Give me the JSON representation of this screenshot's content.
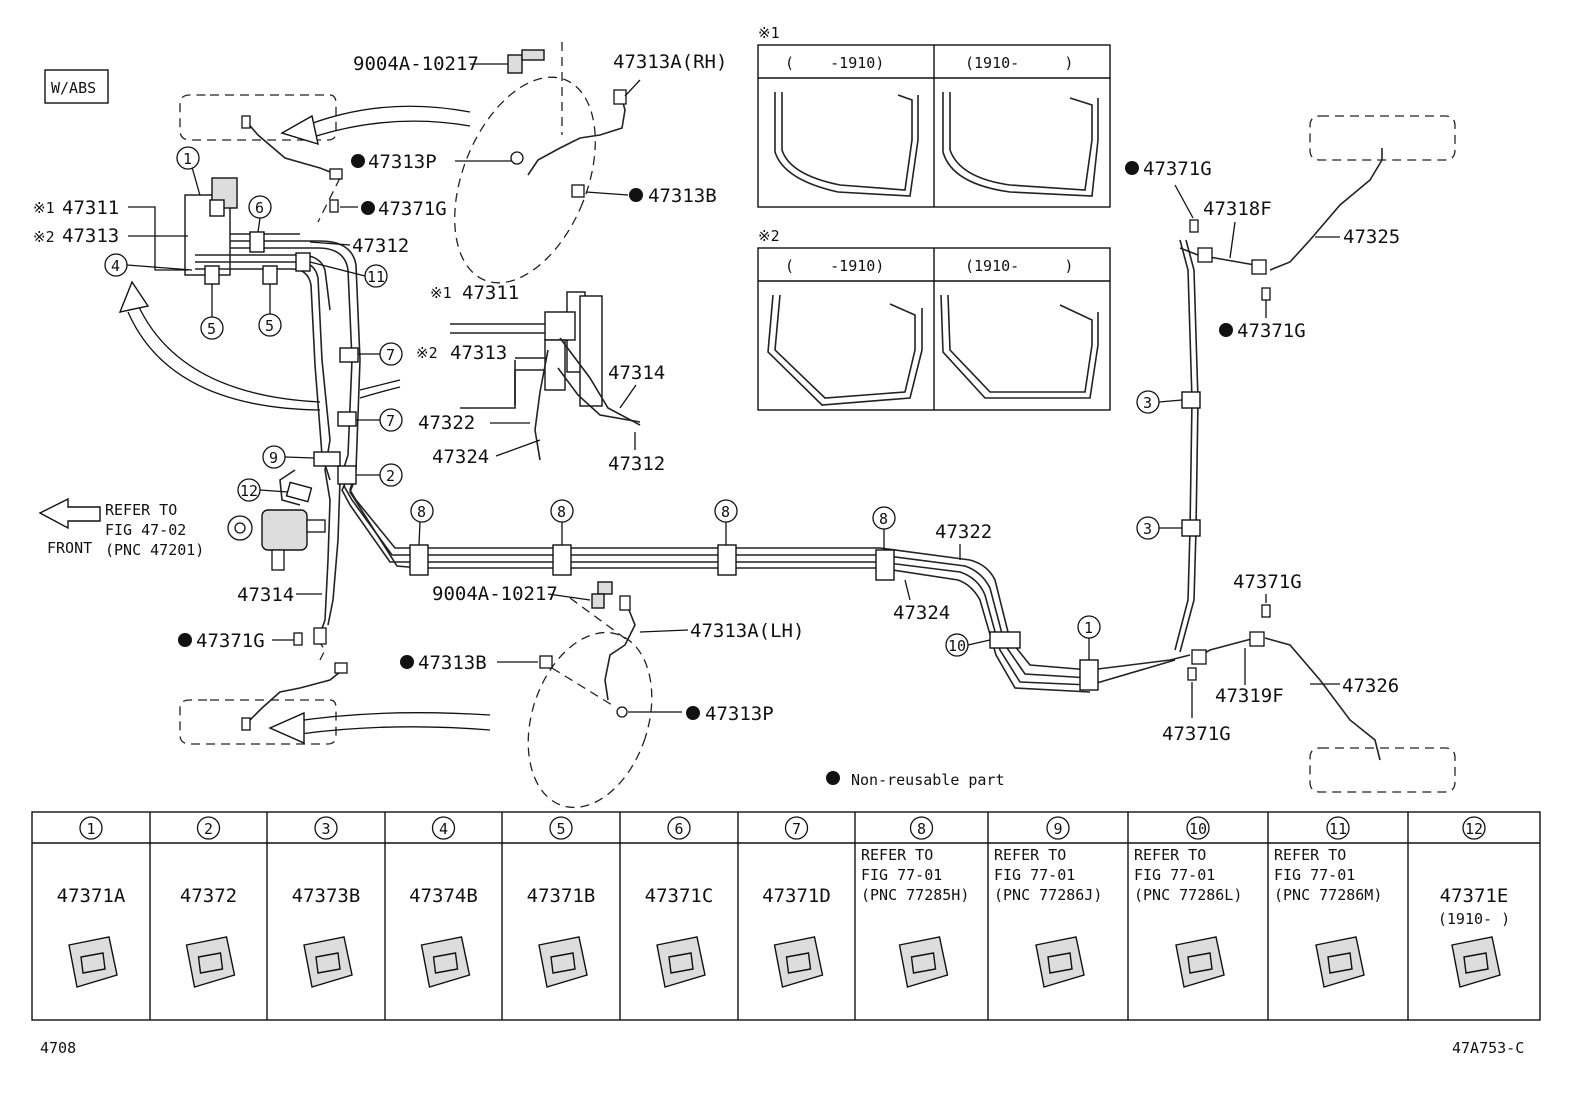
{
  "variant_badge": "W/ABS",
  "front": {
    "refer": "REFER TO",
    "fig": "FIG 47-02",
    "pnc": "(PNC 47201)",
    "label": "FRONT"
  },
  "labels": {
    "bolt_rh": "9004A-10217",
    "hose_rh": "47313A(RH)",
    "clip_p_rh": "47313P",
    "clip_g_top": "47371G",
    "bolt_b_rh": "47313B",
    "tube_47311": "47311",
    "tube_47313": "47313",
    "tube_47312": "47312",
    "mark_x1": "※1",
    "mark_x2": "※2",
    "detail_47311": "47311",
    "detail_47313": "47313",
    "detail_47314": "47314",
    "detail_47322": "47322",
    "detail_47324": "47324",
    "detail_47312": "47312",
    "main_47314": "47314",
    "clip_g_left": "47371G",
    "main_47322": "47322",
    "main_47324": "47324",
    "bolt_lh": "9004A-10217",
    "hose_lh": "47313A(LH)",
    "bolt_b_lh": "47313B",
    "clip_p_lh": "47313P",
    "clip_g_r1": "47371G",
    "hose_47318F": "47318F",
    "tube_47325": "47325",
    "clip_g_r2": "47371G",
    "clip_g_r3": "47371G",
    "hose_47319F": "47319F",
    "tube_47326": "47326",
    "clip_g_r4": "47371G",
    "non_reusable": "Non-reusable part",
    "doc_id": "4708",
    "fig_id": "47A753-C"
  },
  "variants": {
    "x1": {
      "mark": "※1",
      "col1": "(    -1910)",
      "col2": "(1910-     )"
    },
    "x2": {
      "mark": "※2",
      "col1": "(    -1910)",
      "col2": "(1910-     )"
    }
  },
  "callouts": [
    "1",
    "2",
    "3",
    "4",
    "5",
    "6",
    "7",
    "8",
    "9",
    "10",
    "11",
    "12"
  ],
  "legend": [
    {
      "num": "1",
      "lines": [
        "47371A"
      ]
    },
    {
      "num": "2",
      "lines": [
        "47372"
      ]
    },
    {
      "num": "3",
      "lines": [
        "47373B"
      ]
    },
    {
      "num": "4",
      "lines": [
        "47374B"
      ]
    },
    {
      "num": "5",
      "lines": [
        "47371B"
      ]
    },
    {
      "num": "6",
      "lines": [
        "47371C"
      ]
    },
    {
      "num": "7",
      "lines": [
        "47371D"
      ]
    },
    {
      "num": "8",
      "lines": [
        "REFER TO",
        "FIG 77-01",
        "(PNC 77285H)"
      ]
    },
    {
      "num": "9",
      "lines": [
        "REFER TO",
        "FIG 77-01",
        "(PNC 77286J)"
      ]
    },
    {
      "num": "10",
      "lines": [
        "REFER TO",
        "FIG 77-01",
        "(PNC 77286L)"
      ]
    },
    {
      "num": "11",
      "lines": [
        "REFER TO",
        "FIG 77-01",
        "(PNC 77286M)"
      ]
    },
    {
      "num": "12",
      "lines": [
        "47371E",
        "(1910-     )"
      ]
    }
  ]
}
